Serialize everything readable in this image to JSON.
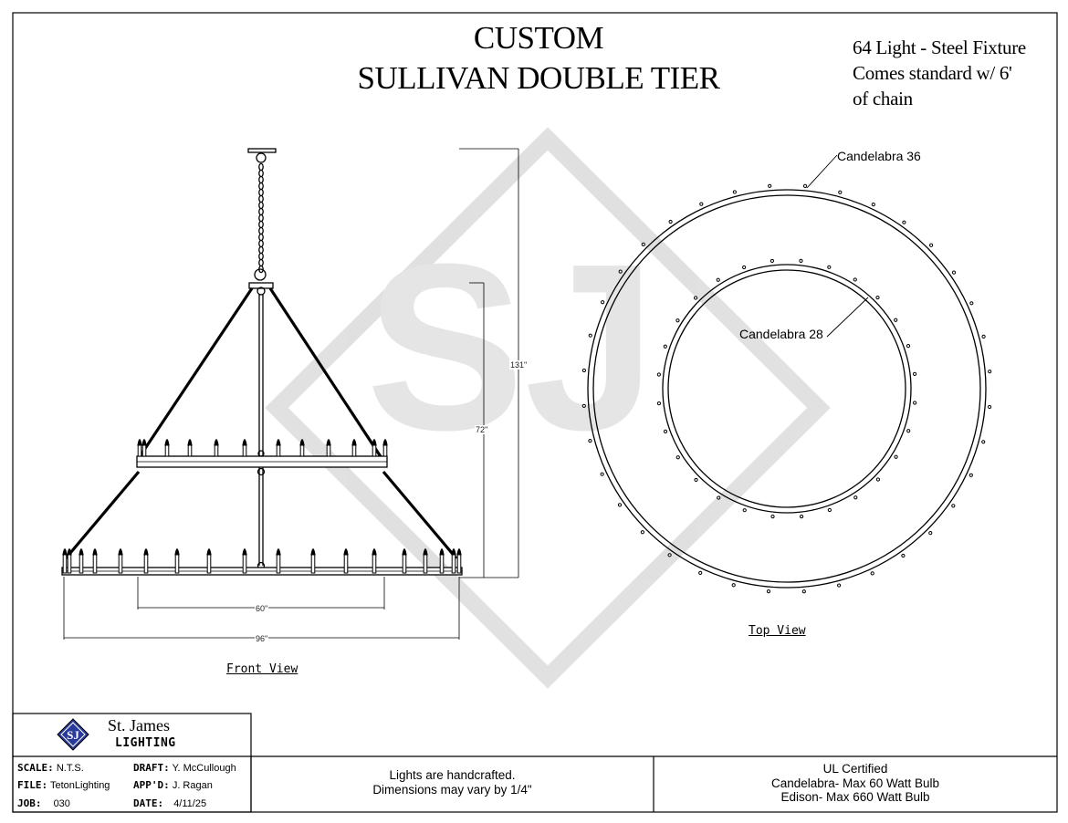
{
  "title": {
    "line1": "CUSTOM",
    "line2": "SULLIVAN DOUBLE TIER"
  },
  "specs": [
    "64 Light - Steel Fixture",
    "Comes standard w/ 6'",
    "of chain"
  ],
  "front_view": {
    "label": "Front View",
    "dimensions": {
      "overall_height": "131\"",
      "body_height": "72\"",
      "upper_diameter": "60\"",
      "lower_diameter": "96\""
    }
  },
  "top_view": {
    "label": "Top View",
    "outer_ring_label": "Candelabra 36",
    "inner_ring_label": "Candelabra 28"
  },
  "title_block": {
    "company_name": "St. James",
    "company_sub": "LIGHTING",
    "logo_text": "SJ",
    "scale_label": "SCALE:",
    "scale_value": "N.T.S.",
    "draft_label": "DRAFT:",
    "draft_value": "Y. McCullough",
    "file_label": "FILE:",
    "file_value": "TetonLighting",
    "approved_label": "APP'D:",
    "approved_value": "J. Ragan",
    "job_label": "JOB:",
    "job_value": "030",
    "date_label": "DATE:",
    "date_value": "4/11/25"
  },
  "notes": {
    "handcrafted_line1": "Lights are handcrafted.",
    "handcrafted_line2": "Dimensions may vary by 1/4\"",
    "ul_line1": "UL Certified",
    "ul_line2": "Candelabra- Max 60 Watt Bulb",
    "ul_line3": "Edison- Max 660 Watt Bulb"
  },
  "watermark": {
    "text": "SJ"
  },
  "colors": {
    "line": "#000000",
    "watermark": "#d9d9d9",
    "logo_blue": "#2a3a9a"
  }
}
